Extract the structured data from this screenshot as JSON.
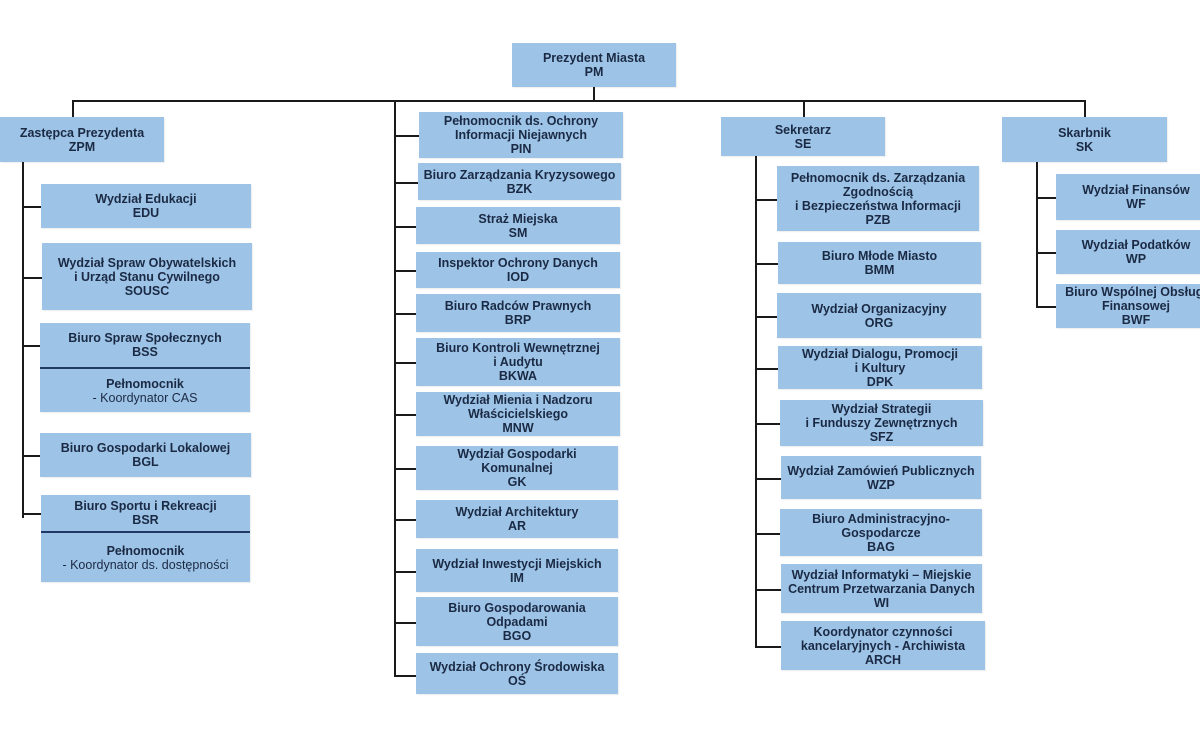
{
  "president": {
    "lines": [
      "Prezydent Miasta",
      "PM"
    ]
  },
  "deputy": {
    "lines": [
      "Zastępca Prezydenta",
      "ZPM"
    ],
    "units": [
      {
        "lines": [
          "Wydział Edukacji",
          "EDU"
        ]
      },
      {
        "lines": [
          "Wydział Spraw Obywatelskich",
          "i Urząd Stanu Cywilnego",
          "SOUSC"
        ]
      },
      {
        "lines": [
          "Biuro Spraw Społecznych",
          "BSS"
        ],
        "attached": {
          "title": "Pełnomocnik",
          "subtitle": "- Koordynator CAS"
        }
      },
      {
        "lines": [
          "Biuro Gospodarki Lokalowej",
          "BGL"
        ]
      },
      {
        "lines": [
          "Biuro Sportu i Rekreacji",
          "BSR"
        ],
        "attached": {
          "title": "Pełnomocnik",
          "subtitle": "- Koordynator ds. dostępności"
        }
      }
    ]
  },
  "direct_units": [
    {
      "lines": [
        "Pełnomocnik ds. Ochrony",
        "Informacji Niejawnych",
        "PIN"
      ]
    },
    {
      "lines": [
        "Biuro Zarządzania Kryzysowego",
        "BZK"
      ]
    },
    {
      "lines": [
        "Straż Miejska",
        "SM"
      ]
    },
    {
      "lines": [
        "Inspektor Ochrony Danych",
        "IOD"
      ]
    },
    {
      "lines": [
        "Biuro Radców Prawnych",
        "BRP"
      ]
    },
    {
      "lines": [
        "Biuro Kontroli Wewnętrznej",
        "i Audytu",
        "BKWA"
      ]
    },
    {
      "lines": [
        "Wydział Mienia i Nadzoru",
        "Właścicielskiego",
        "MNW"
      ]
    },
    {
      "lines": [
        "Wydział Gospodarki",
        "Komunalnej",
        "GK"
      ]
    },
    {
      "lines": [
        "Wydział Architektury",
        "AR"
      ]
    },
    {
      "lines": [
        "Wydział Inwestycji Miejskich",
        "IM"
      ]
    },
    {
      "lines": [
        "Biuro Gospodarowania",
        "Odpadami",
        "BGO"
      ]
    },
    {
      "lines": [
        "Wydział Ochrony Środowiska",
        "OŚ"
      ]
    }
  ],
  "secretary": {
    "lines": [
      "Sekretarz",
      "SE"
    ],
    "units": [
      {
        "lines": [
          "Pełnomocnik ds. Zarządzania",
          "Zgodnością",
          "i Bezpieczeństwa Informacji",
          "PZB"
        ]
      },
      {
        "lines": [
          "Biuro Młode Miasto",
          "BMM"
        ]
      },
      {
        "lines": [
          "Wydział Organizacyjny",
          "ORG"
        ]
      },
      {
        "lines": [
          "Wydział Dialogu, Promocji",
          "i Kultury",
          "DPK"
        ]
      },
      {
        "lines": [
          "Wydział Strategii",
          "i Funduszy Zewnętrznych",
          "SFZ"
        ]
      },
      {
        "lines": [
          "Wydział Zamówień Publicznych",
          "WZP"
        ]
      },
      {
        "lines": [
          "Biuro Administracyjno-",
          "Gospodarcze",
          "BAG"
        ]
      },
      {
        "lines": [
          "Wydział Informatyki – Miejskie",
          "Centrum Przetwarzania Danych",
          "WI"
        ]
      },
      {
        "lines": [
          "Koordynator czynności",
          "kancelaryjnych - Archiwista",
          "ARCH"
        ]
      }
    ]
  },
  "treasurer": {
    "lines": [
      "Skarbnik",
      "SK"
    ],
    "units": [
      {
        "lines": [
          "Wydział Finansów",
          "WF"
        ]
      },
      {
        "lines": [
          "Wydział Podatków",
          "WP"
        ]
      },
      {
        "lines": [
          "Biuro Wspólnej Obsługi",
          "Finansowej",
          "BWF"
        ]
      }
    ]
  },
  "colors": {
    "box": "#9dc3e6",
    "text": "#1b2a44",
    "line": "#1a1a1a"
  }
}
